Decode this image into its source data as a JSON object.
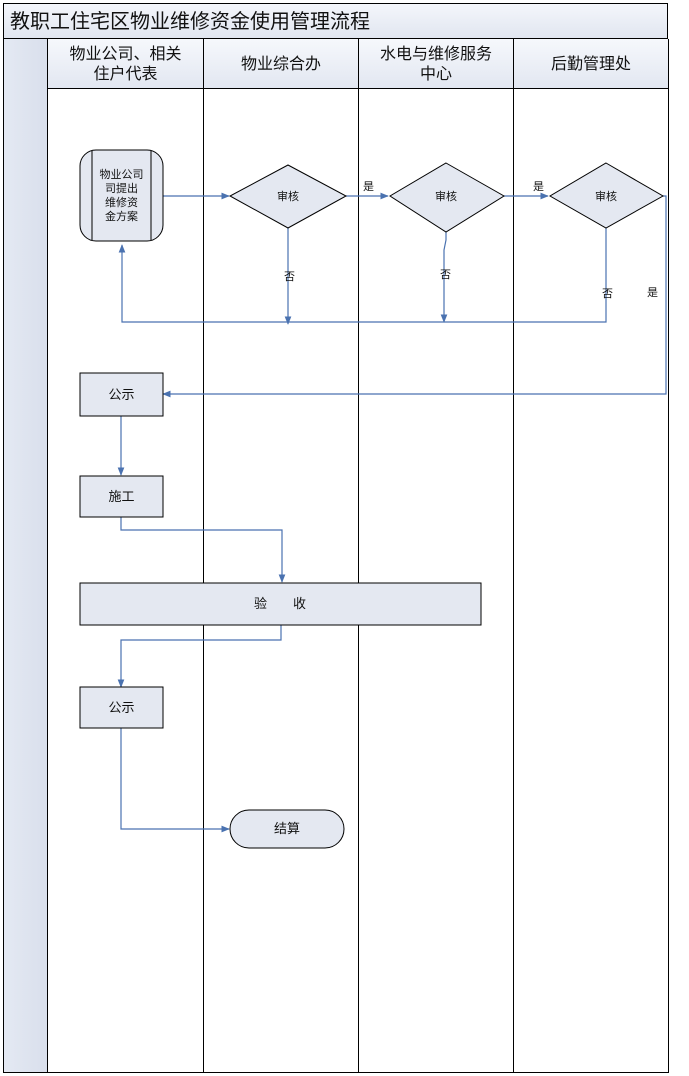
{
  "title": "教职工住宅区物业维修资金使用管理流程",
  "lanes": [
    {
      "line1": "物业公司、相关",
      "line2": "住户代表"
    },
    {
      "line1": "物业综合办",
      "line2": ""
    },
    {
      "line1": "水电与维修服务",
      "line2": "中心"
    },
    {
      "line1": "后勤管理处",
      "line2": ""
    }
  ],
  "nodes": {
    "proposal": [
      "物业公司",
      "司提出",
      "维修资",
      "金方案"
    ],
    "review1": "审核",
    "review2": "审核",
    "review3": "审核",
    "publicize1": "公示",
    "construct": "施工",
    "accept": "验　　收",
    "publicize2": "公示",
    "settle": "结算"
  },
  "edge_labels": {
    "yes1": "是",
    "yes2": "是",
    "no1": "否",
    "no2": "否",
    "no3": "否",
    "yes3": "是"
  },
  "colors": {
    "line": "#4a72b0",
    "fill": "#e4e8f1",
    "border": "#000000"
  }
}
